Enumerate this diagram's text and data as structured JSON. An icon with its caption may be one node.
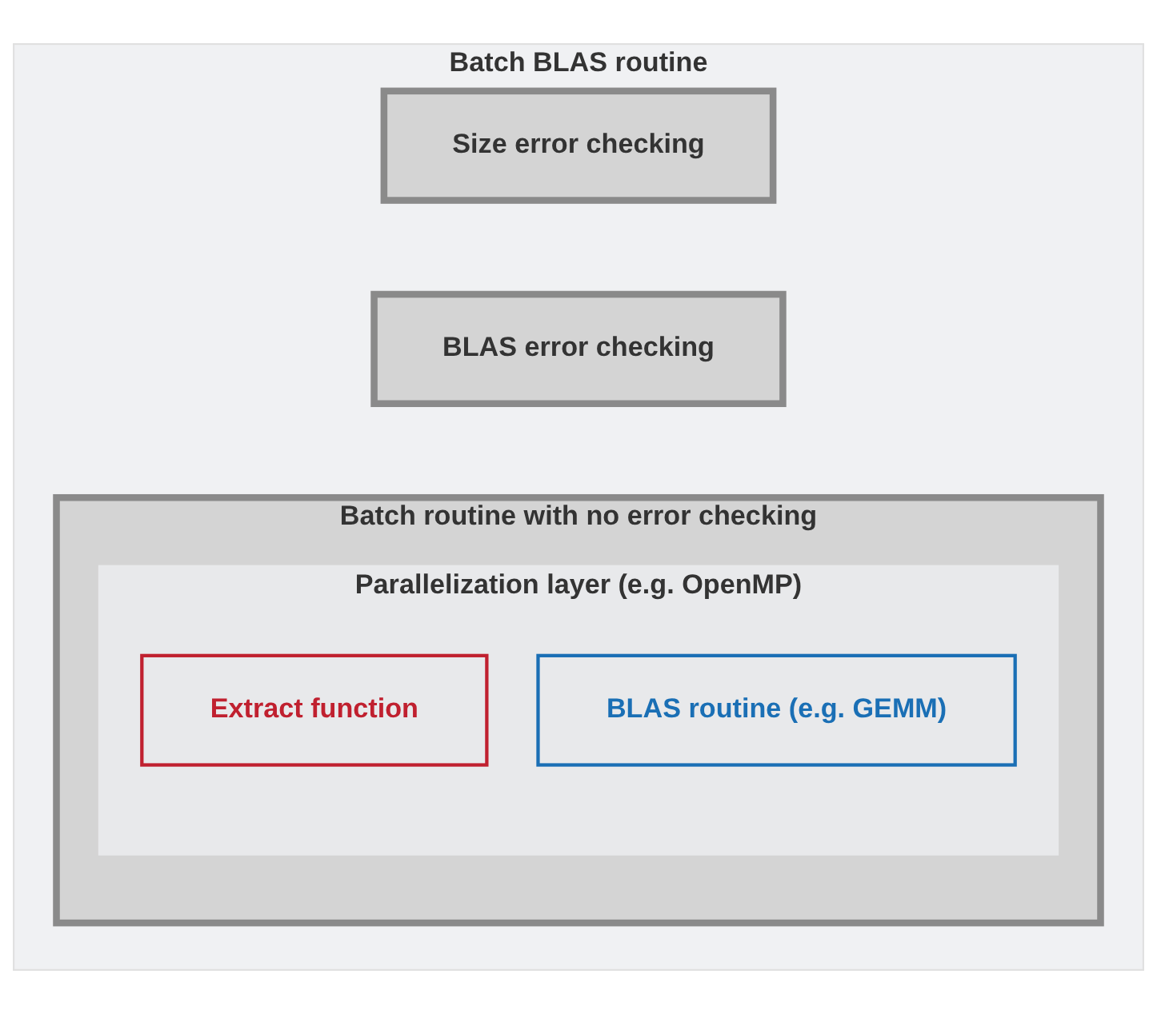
{
  "diagram": {
    "nodes": [
      {
        "text": [
          "Batch BLAS routine"
        ]
      },
      {
        "text": [
          "Size error checking"
        ],
        "in": 0
      },
      {
        "text": [
          "BLAS error checking"
        ],
        "in": 0
      },
      {
        "text": [
          "Batch routine with no error checking"
        ],
        "in": 0
      },
      {
        "text": [
          "Parallelization layer (e.g. OpenMP)"
        ],
        "in": 3
      },
      {
        "text": [
          "Extract function"
        ],
        "in": 4
      },
      {
        "text": [
          "BLAS routine (e.g. GEMM)"
        ],
        "in": 4
      }
    ]
  }
}
